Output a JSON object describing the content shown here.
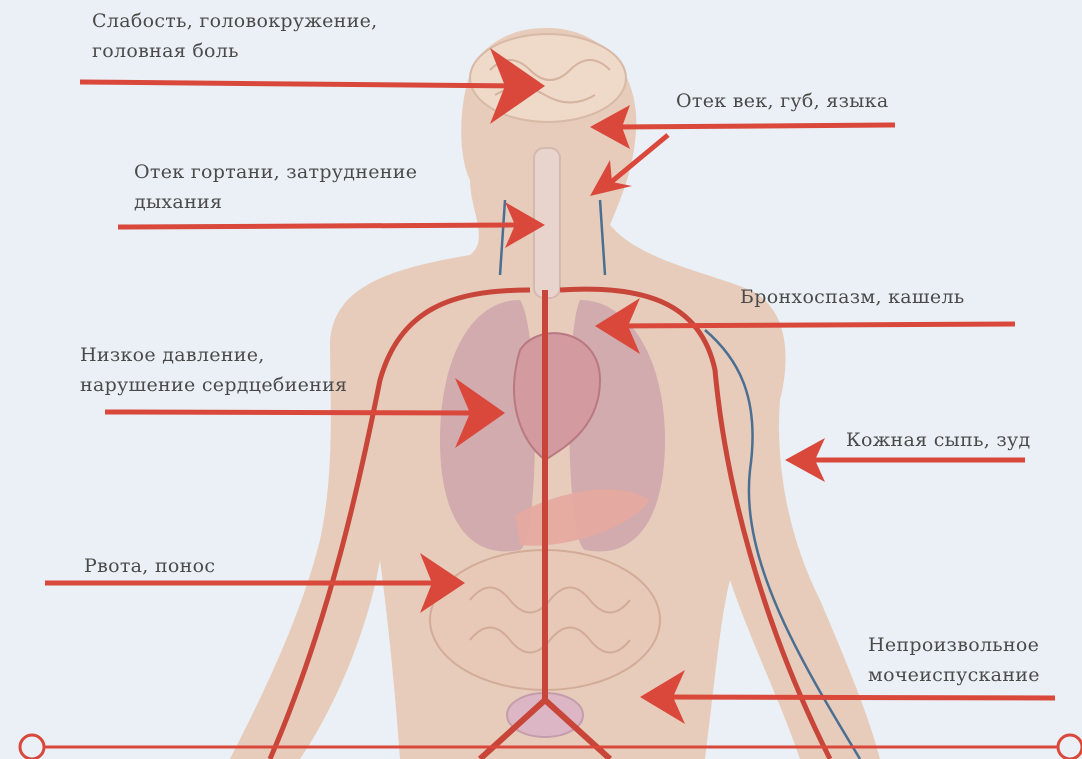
{
  "colors": {
    "background": "#eaf0f5",
    "body": "#e6c6b0",
    "arrow": "#d9483b",
    "artery": "#c8453a",
    "vein": "#4a6f93",
    "organ": "#c9a0a8",
    "text": "#4a4a4a"
  },
  "labels": {
    "weakness": {
      "line1": "Слабость, головокружение,",
      "line2": "головная боль"
    },
    "eyelids": {
      "line1": "Отек век, губ, языка"
    },
    "larynx": {
      "line1": "Отек гортани, затруднение",
      "line2": "дыхания"
    },
    "bronchospasm": {
      "line1": "Бронхоспазм, кашель"
    },
    "pressure": {
      "line1": "Низкое давление,",
      "line2": "нарушение сердцебиения"
    },
    "skin": {
      "line1": "Кожная сыпь, зуд"
    },
    "vomiting": {
      "line1": "Рвота, понос"
    },
    "urination": {
      "line1": "Непроизвольное",
      "line2": "мочеиспускание"
    }
  }
}
